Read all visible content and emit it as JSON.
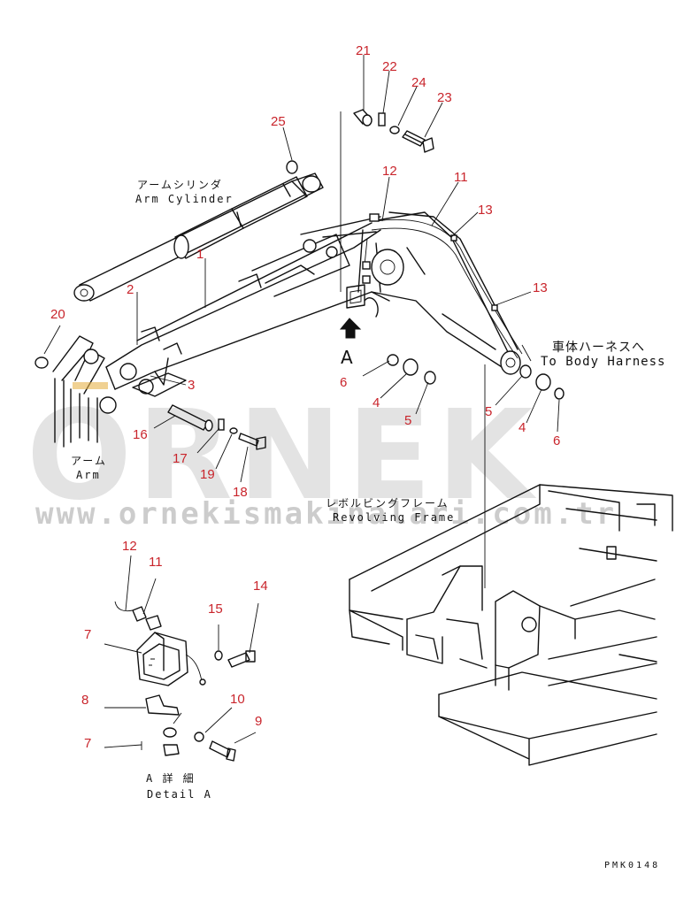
{
  "diagram": {
    "callouts": [
      {
        "id": "c21",
        "text": "21"
      },
      {
        "id": "c22",
        "text": "22"
      },
      {
        "id": "c24",
        "text": "24"
      },
      {
        "id": "c23",
        "text": "23"
      },
      {
        "id": "c25",
        "text": "25"
      },
      {
        "id": "c12a",
        "text": "12"
      },
      {
        "id": "c11a",
        "text": "11"
      },
      {
        "id": "c13a",
        "text": "13"
      },
      {
        "id": "c13b",
        "text": "13"
      },
      {
        "id": "c1",
        "text": "1"
      },
      {
        "id": "c2",
        "text": "2"
      },
      {
        "id": "c20",
        "text": "20"
      },
      {
        "id": "c3",
        "text": "3"
      },
      {
        "id": "c6a",
        "text": "6"
      },
      {
        "id": "c4a",
        "text": "4"
      },
      {
        "id": "c5a",
        "text": "5"
      },
      {
        "id": "c5b",
        "text": "5"
      },
      {
        "id": "c4b",
        "text": "4"
      },
      {
        "id": "c6b",
        "text": "6"
      },
      {
        "id": "c16",
        "text": "16"
      },
      {
        "id": "c17",
        "text": "17"
      },
      {
        "id": "c19",
        "text": "19"
      },
      {
        "id": "c18",
        "text": "18"
      },
      {
        "id": "c12b",
        "text": "12"
      },
      {
        "id": "c11b",
        "text": "11"
      },
      {
        "id": "c14",
        "text": "14"
      },
      {
        "id": "c7a",
        "text": "7"
      },
      {
        "id": "c15",
        "text": "15"
      },
      {
        "id": "c8",
        "text": "8"
      },
      {
        "id": "c10",
        "text": "10"
      },
      {
        "id": "c9",
        "text": "9"
      },
      {
        "id": "c7b",
        "text": "7"
      }
    ],
    "labels": {
      "arm_cylinder_jp": "アームシリンダ",
      "arm_cylinder_en": "Arm Cylinder",
      "arm_jp": "アーム",
      "arm_en": "Arm",
      "to_body_harness_jp": "車体ハーネスへ",
      "to_body_harness_en": "To Body Harness",
      "revolving_frame_jp": "レボルビングフレーム",
      "revolving_frame_en": "Revolving Frame",
      "view_a": "A",
      "detail_a_jp": "A 詳 細",
      "detail_a_en": "Detail A",
      "drawing_code": "PMK0148"
    },
    "watermark": {
      "brand": "ORNEK",
      "url": "www.ornekismakinalari.com.tr"
    },
    "colors": {
      "callout": "#c9252c",
      "line": "#111111",
      "watermark": "#bdbdbd"
    }
  }
}
